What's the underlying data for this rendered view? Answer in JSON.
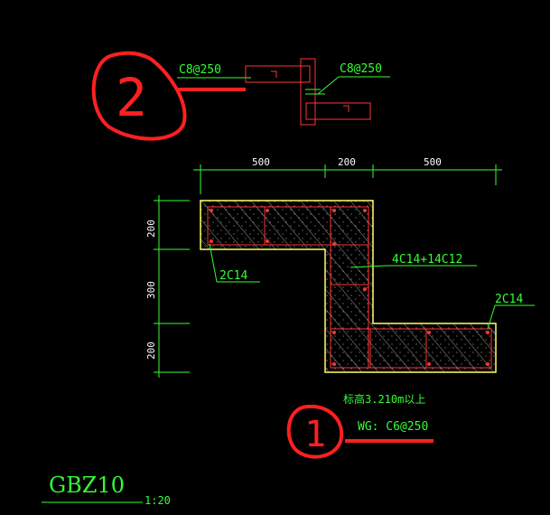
{
  "drawing": {
    "title": "GBZ10",
    "scale": "1:20",
    "dimensions": {
      "top": [
        "500",
        "200",
        "500"
      ],
      "left": [
        "200",
        "300",
        "200"
      ]
    },
    "labels": {
      "stirrup_detail_left": "C8@250",
      "stirrup_detail_right": "C8@250",
      "rebar_main": "4C14+14C12",
      "corner_left": "2C14",
      "corner_right": "2C14",
      "elevation": "标高3.210m以上",
      "stirrup_spec": "WG: C6@250"
    }
  },
  "annotations": {
    "circle_1": "1",
    "circle_2": "2"
  },
  "colors": {
    "background": "#000000",
    "text": "#33ff33",
    "outline": "#ffff66",
    "rebar": "#ff3333",
    "hatch": "#ffffff",
    "markup": "#ff2020"
  }
}
